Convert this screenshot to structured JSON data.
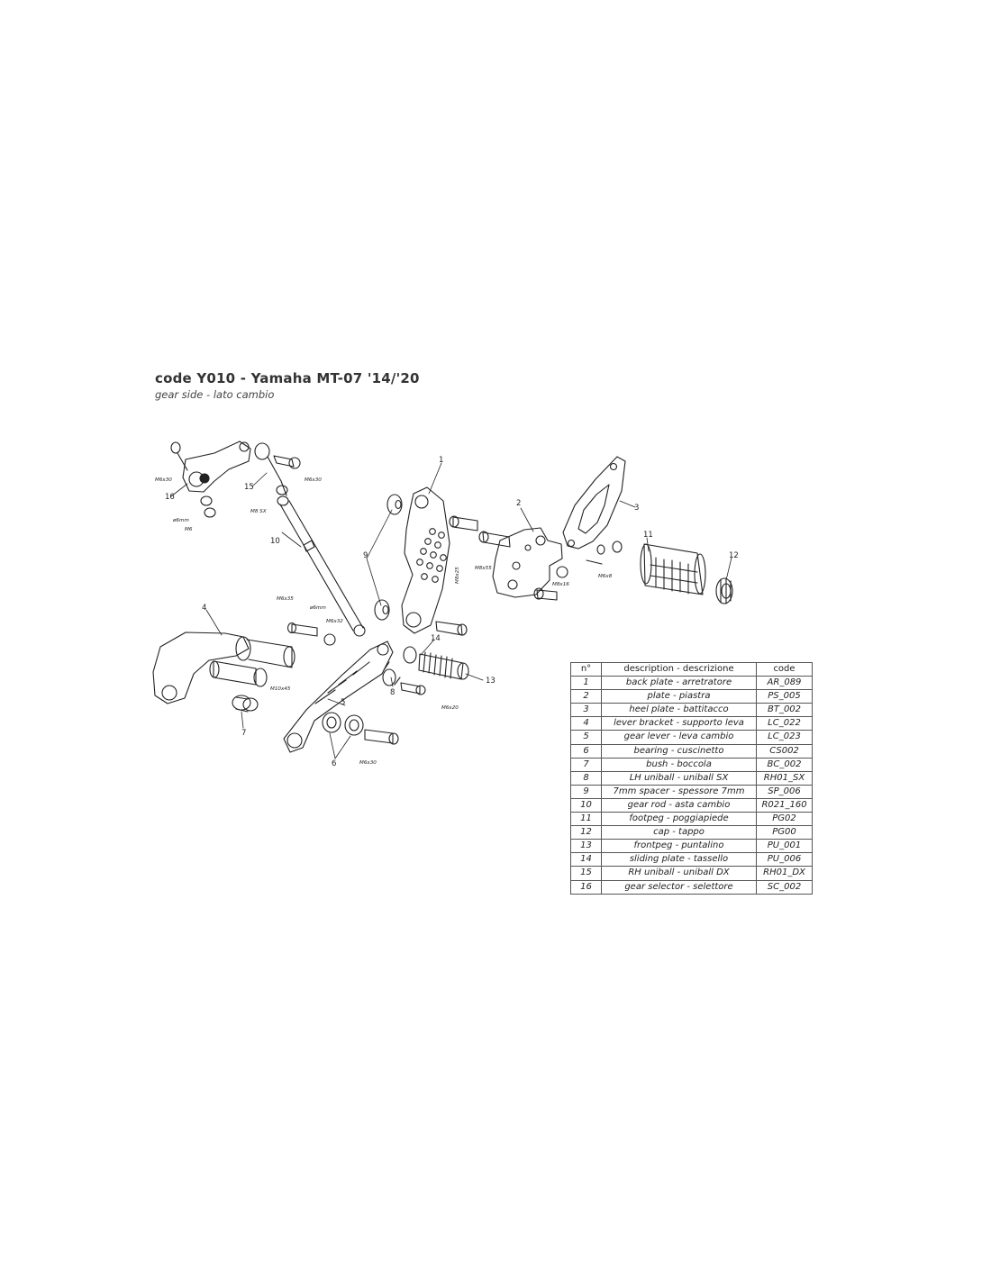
{
  "header": {
    "title": "code Y010 - Yamaha MT-07 '14/'20",
    "subtitle": "gear side - lato cambio"
  },
  "diagram": {
    "labels": {
      "n1": "1",
      "n2": "2",
      "n3": "3",
      "n4": "4",
      "n5": "5",
      "n6": "6",
      "n7": "7",
      "n8": "8",
      "n9": "9",
      "n10": "10",
      "n11": "11",
      "n12": "12",
      "n13": "13",
      "n14": "14",
      "n15": "15",
      "n16": "16"
    },
    "bolts": {
      "b_m6x30_top_left": "M6x30",
      "b_m6x30_top_mid": "M6x30",
      "b_m8sx": "M8 SX",
      "b_phi6mm_top": "ø6mm",
      "b_m6_top": "M6",
      "b_m6x35_mid": "M6x35",
      "b_phi6mm_mid": "ø6mm",
      "b_m6x32": "M6x32",
      "b_m8x25": "M8x25",
      "b_m8x55": "M8x55",
      "b_m8x16": "M8x16",
      "b_m6x8": "M6x8",
      "b_m10x45": "M10x45",
      "b_m6x20": "M6x20",
      "b_m6x30_bottom": "M6x30"
    }
  },
  "table": {
    "headers": [
      "n°",
      "description - descrizione",
      "code"
    ],
    "rows": [
      [
        "1",
        "back plate - arretratore",
        "AR_089"
      ],
      [
        "2",
        "plate - piastra",
        "PS_005"
      ],
      [
        "3",
        "heel plate - battitacco",
        "BT_002"
      ],
      [
        "4",
        "lever bracket - supporto leva",
        "LC_022"
      ],
      [
        "5",
        "gear lever - leva cambio",
        "LC_023"
      ],
      [
        "6",
        "bearing - cuscinetto",
        "CS002"
      ],
      [
        "7",
        "bush - boccola",
        "BC_002"
      ],
      [
        "8",
        "LH uniball - uniball SX",
        "RH01_SX"
      ],
      [
        "9",
        "7mm spacer - spessore 7mm",
        "SP_006"
      ],
      [
        "10",
        "gear rod - asta cambio",
        "R021_160"
      ],
      [
        "11",
        "footpeg - poggiapiede",
        "PG02"
      ],
      [
        "12",
        "cap - tappo",
        "PG00"
      ],
      [
        "13",
        "frontpeg - puntalino",
        "PU_001"
      ],
      [
        "14",
        "sliding plate - tassello",
        "PU_006"
      ],
      [
        "15",
        "RH uniball - uniball DX",
        "RH01_DX"
      ],
      [
        "16",
        "gear selector - selettore",
        "SC_002"
      ]
    ]
  }
}
